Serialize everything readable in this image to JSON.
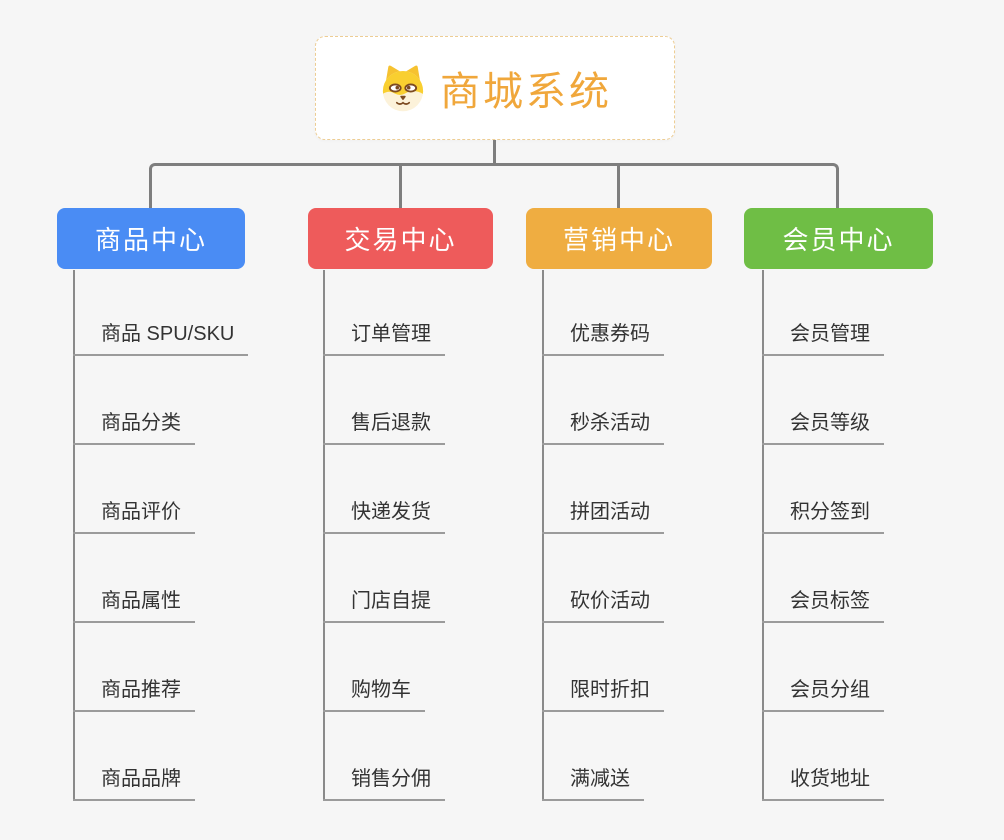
{
  "root": {
    "label": "商城系统",
    "icon": "dog-face-icon"
  },
  "colors": {
    "background": "#f6f6f6",
    "root_border": "#edcd94",
    "root_text": "#f0a73b",
    "connector": "#7e7e7e",
    "underline": "#9b9b9b",
    "child_text": "#333333"
  },
  "columns": [
    {
      "label": "商品中心",
      "color": "#4a8cf4",
      "children": [
        "商品 SPU/SKU",
        "商品分类",
        "商品评价",
        "商品属性",
        "商品推荐",
        "商品品牌"
      ]
    },
    {
      "label": "交易中心",
      "color": "#ee5b5b",
      "children": [
        "订单管理",
        "售后退款",
        "快递发货",
        "门店自提",
        "购物车",
        "销售分佣"
      ]
    },
    {
      "label": "营销中心",
      "color": "#efad41",
      "children": [
        "优惠券码",
        "秒杀活动",
        "拼团活动",
        "砍价活动",
        "限时折扣",
        "满减送"
      ]
    },
    {
      "label": "会员中心",
      "color": "#6fbe45",
      "children": [
        "会员管理",
        "会员等级",
        "积分签到",
        "会员标签",
        "会员分组",
        "收货地址"
      ]
    }
  ]
}
